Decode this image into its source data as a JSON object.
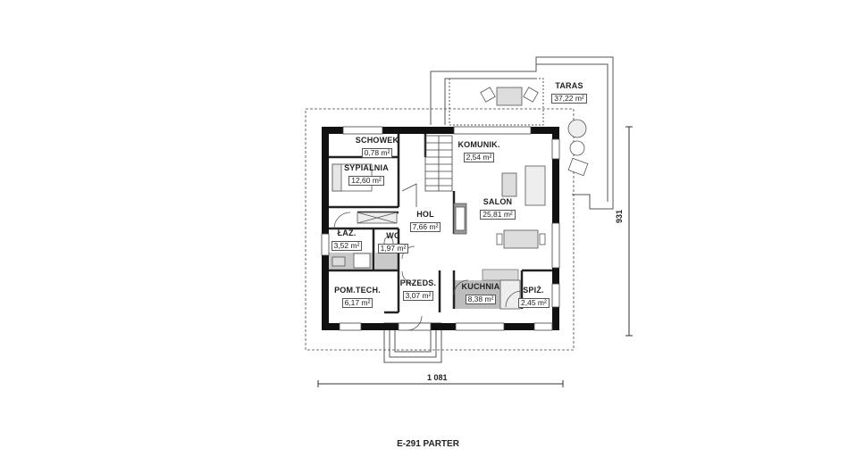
{
  "rooms": {
    "taras": {
      "name": "TARAS",
      "area": "37,22 m²"
    },
    "schowek": {
      "name": "SCHOWEK",
      "area": "0,78 m²"
    },
    "sypialnia": {
      "name": "SYPIALNIA",
      "area": "12,60 m²"
    },
    "komunik": {
      "name": "KOMUNIK.",
      "area": "2,54 m²"
    },
    "salon": {
      "name": "SALON",
      "area": "25,81 m²"
    },
    "hol": {
      "name": "HOL",
      "area": "7,66 m²"
    },
    "laz": {
      "name": "ŁAZ.",
      "area": "3,52 m²"
    },
    "wc": {
      "name": "WC",
      "area": "1,97 m²"
    },
    "pomtech": {
      "name": "POM.TECH.",
      "area": "6,17 m²"
    },
    "przeds": {
      "name": "PRZEDS.",
      "area": "3,07 m²"
    },
    "kuchnia": {
      "name": "KUCHNIA",
      "area": "8,38 m²"
    },
    "spiz": {
      "name": "SPIŻ.",
      "area": "2,45 m²"
    }
  },
  "dimensions": {
    "width": "1 081",
    "depth": "931"
  },
  "caption": "E-291 PARTER"
}
